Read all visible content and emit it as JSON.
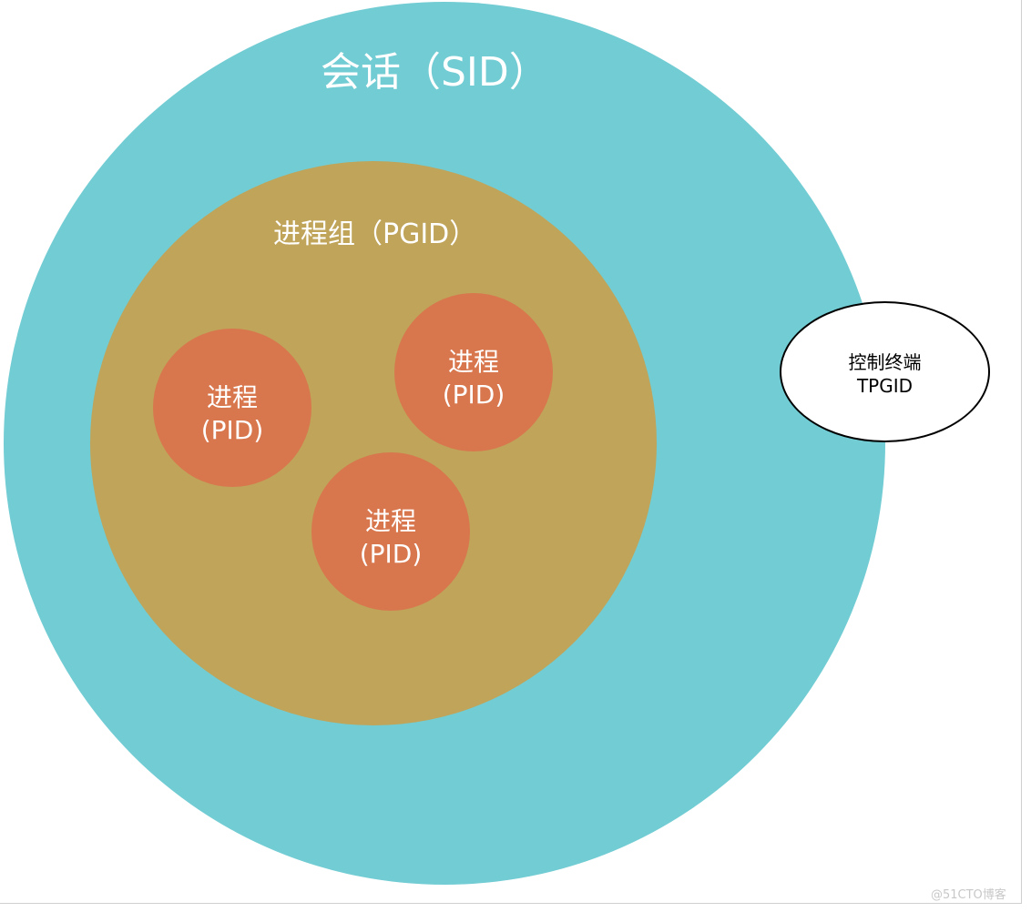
{
  "diagram": {
    "session": {
      "label": "会话（SID）",
      "color": "#72ccd3"
    },
    "process_group": {
      "label": "进程组（PGID）",
      "color": "#bfa45a"
    },
    "processes": [
      {
        "name": "进程",
        "id": "(PID)"
      },
      {
        "name": "进程",
        "id": "(PID)"
      },
      {
        "name": "进程",
        "id": "(PID)"
      }
    ],
    "process_color": "#d8774d",
    "terminal": {
      "name": "控制终端",
      "id": "TPGID"
    }
  },
  "watermark": "@51CTO博客"
}
